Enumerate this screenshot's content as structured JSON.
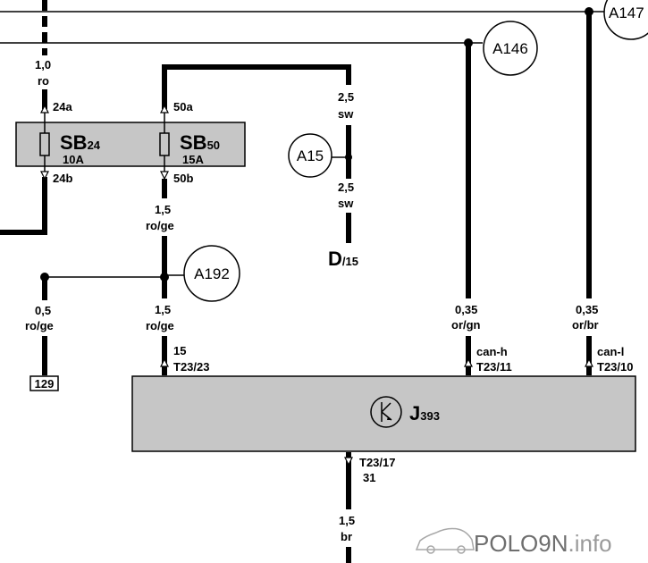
{
  "wires_top": {
    "wire_1": {
      "gauge": "1,0",
      "color": "ro"
    }
  },
  "fuse_box": {
    "fuse_sb24": {
      "name": "SB",
      "sub": "24",
      "rating": "10A",
      "pin_top": "24a",
      "pin_bottom": "24b"
    },
    "fuse_sb50": {
      "name": "SB",
      "sub": "50",
      "rating": "15A",
      "pin_top": "50a",
      "pin_bottom": "50b"
    }
  },
  "wire_d15": {
    "upper": {
      "gauge": "2,5",
      "color": "sw"
    },
    "lower": {
      "gauge": "2,5",
      "color": "sw"
    },
    "terminal": {
      "name": "D",
      "sub": "/15"
    }
  },
  "callouts": {
    "a15": "A15",
    "a146": "A146",
    "a147": "A147",
    "a192": "A192"
  },
  "wire_sb50_out": {
    "gauge": "1,5",
    "color": "ro/ge"
  },
  "branch_129": {
    "gauge": "0,5",
    "color": "ro/ge",
    "ref": "129"
  },
  "wire_t23_23": {
    "gauge": "1,5",
    "color": "ro/ge",
    "pin_func": "15",
    "pin": "T23/23"
  },
  "wire_t23_11": {
    "gauge": "0,35",
    "color": "or/gn",
    "pin_func": "can-h",
    "pin": "T23/11"
  },
  "wire_t23_10": {
    "gauge": "0,35",
    "color": "or/br",
    "pin_func": "can-l",
    "pin": "T23/10"
  },
  "module": {
    "name": "J",
    "sub": "393"
  },
  "ground": {
    "pin": "T23/17",
    "func": "31",
    "gauge": "1,5",
    "color": "br"
  },
  "watermark": {
    "brand": "POLO9N",
    "suffix": ".info"
  }
}
